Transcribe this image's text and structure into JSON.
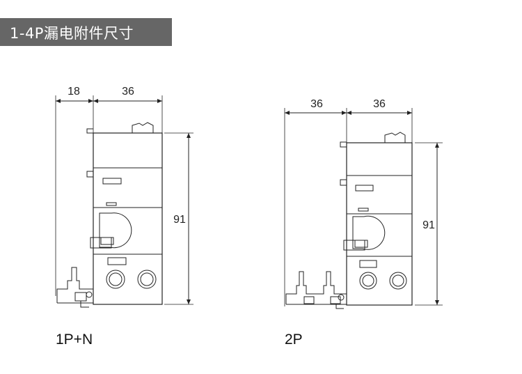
{
  "header": {
    "title": "1-4P漏电附件尺寸"
  },
  "diagrams": [
    {
      "caption": "1P+N",
      "dims": {
        "top_left": "18",
        "top_right": "36",
        "height": "91"
      }
    },
    {
      "caption": "2P",
      "dims": {
        "top_left": "36",
        "top_right": "36",
        "height": "91"
      }
    }
  ],
  "colors": {
    "banner": "#666666",
    "line": "#222222"
  }
}
